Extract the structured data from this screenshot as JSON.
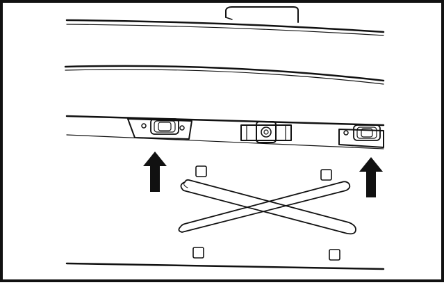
{
  "diagram": {
    "line_color": "#111111",
    "fill_color": "#ffffff",
    "indicators": [
      {
        "name": "left-up-arrow-icon",
        "direction": "up"
      },
      {
        "name": "right-up-arrow-icon",
        "direction": "up"
      }
    ],
    "components": [
      "liftgate-panel",
      "left-license-lamp-housing",
      "center-camera-housing",
      "right-license-lamp-housing",
      "license-plate-area"
    ]
  }
}
